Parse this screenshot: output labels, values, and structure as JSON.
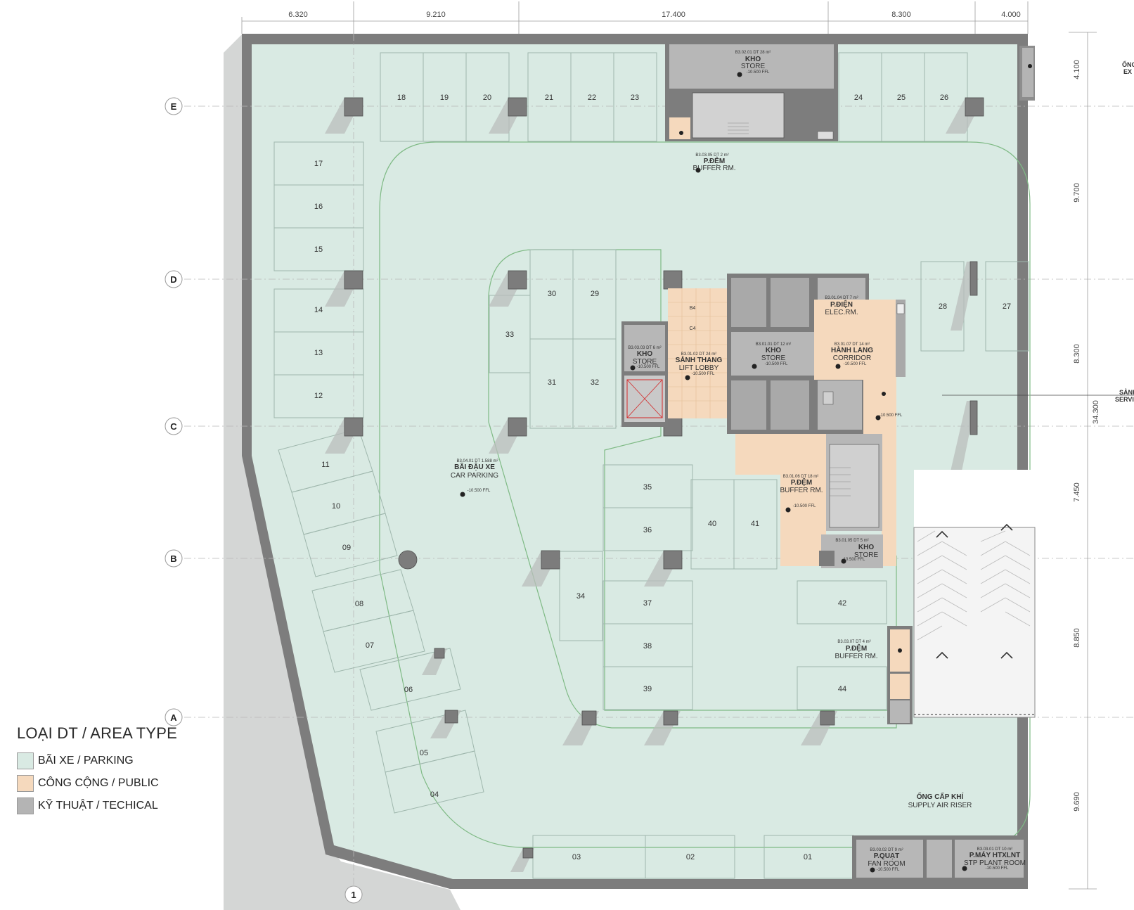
{
  "dimensions_top": [
    "6.320",
    "9.210",
    "17.400",
    "8.300",
    "4.000"
  ],
  "dimensions_right": [
    "4.100",
    "9.700",
    "8.300",
    "7.450",
    "8.850",
    "9.690"
  ],
  "dimension_total": "34.300",
  "grid_rows": [
    "E",
    "D",
    "C",
    "B",
    "A"
  ],
  "grid_columns": [
    "1"
  ],
  "parking_spaces": [
    "18",
    "19",
    "20",
    "21",
    "22",
    "23",
    "24",
    "25",
    "26",
    "17",
    "16",
    "15",
    "14",
    "13",
    "12",
    "11",
    "10",
    "09",
    "08",
    "07",
    "06",
    "05",
    "04",
    "30",
    "29",
    "33",
    "31",
    "32",
    "28",
    "27",
    "35",
    "36",
    "40",
    "41",
    "34",
    "37",
    "38",
    "39",
    "42",
    "44",
    "03",
    "02",
    "01"
  ],
  "rooms": [
    {
      "code": "B3.02.01  DT 28 m²",
      "vn": "KHO",
      "en": "STORE",
      "level": "-10.500 FFL"
    },
    {
      "code": "B3.03.05  DT 2 m²",
      "vn": "P.ĐỆM",
      "en": "BUFFER RM.",
      "level": ""
    },
    {
      "code": "B3.03.03  DT 6 m²",
      "vn": "KHO",
      "en": "STORE",
      "level": "-10.500 FFL"
    },
    {
      "code": "B3.01.02  DT 24 m²",
      "vn": "SẢNH THANG",
      "en": "LIFT LOBBY",
      "level": "-10.500 FFL"
    },
    {
      "code": "B3.01.01  DT 12 m²",
      "vn": "KHO",
      "en": "STORE",
      "level": "-10.500 FFL"
    },
    {
      "code": "B3.01.04  DT 7 m²",
      "vn": "P.ĐIỆN",
      "en": "ELEC.RM.",
      "level": ""
    },
    {
      "code": "B3.01.07  DT 14 m²",
      "vn": "HÀNH LANG",
      "en": "CORRIDOR",
      "level": "-10.500 FFL"
    },
    {
      "code": "B3.04.01  DT 1.588 m²",
      "vn": "BÃI ĐẬU XE",
      "en": "CAR PARKING",
      "level": "-10.500 FFL"
    },
    {
      "code": "B3.01.06  DT 18 m²",
      "vn": "P.ĐỆM",
      "en": "BUFFER RM.",
      "level": "-10.500 FFL"
    },
    {
      "code": "B3.01.05  DT 5 m²",
      "vn": "KHO",
      "en": "STORE",
      "level": "-10.500 FFL"
    },
    {
      "code": "B3.03.07  DT 4 m²",
      "vn": "P.ĐỆM",
      "en": "BUFFER RM.",
      "level": ""
    },
    {
      "code": "B3.03.02  DT 9 m²",
      "vn": "P.QUẠT",
      "en": "FAN ROOM",
      "level": "-10.500 FFL"
    },
    {
      "code": "B3.03.01  DT 10 m²",
      "vn": "P.MÁY HTXLNT",
      "en": "STP PLANT ROOM",
      "level": "-10.500 FFL"
    }
  ],
  "labels": {
    "supply_riser_vn": "ỐNG CẤP KHÍ",
    "supply_riser_en": "SUPPLY AIR RISER",
    "lift_b4": "B4",
    "lift_c4": "C4",
    "corridor_level": "-10.500 FFL",
    "right_edge_top_1": "ỐNG",
    "right_edge_top_2": "EX",
    "right_edge_mid_1": "SẢNH",
    "right_edge_mid_2": "SERVI"
  },
  "legend": {
    "title": "LOẠI DT / AREA TYPE",
    "items": [
      {
        "label": "BÃI XE / PARKING",
        "color": "#d9eae3"
      },
      {
        "label": "CÔNG CỘNG / PUBLIC",
        "color": "#f5d9bd"
      },
      {
        "label": "KỸ THUẬT / TECHICAL",
        "color": "#b4b4b4"
      }
    ]
  },
  "colors": {
    "parking": "#d9eae3",
    "public": "#f5d9bd",
    "technical": "#a9a9a9",
    "wall": "#7d7d7d",
    "shadow": "#c3c6c5",
    "grid": "#bdbdbd",
    "green_line": "#78b27e"
  }
}
